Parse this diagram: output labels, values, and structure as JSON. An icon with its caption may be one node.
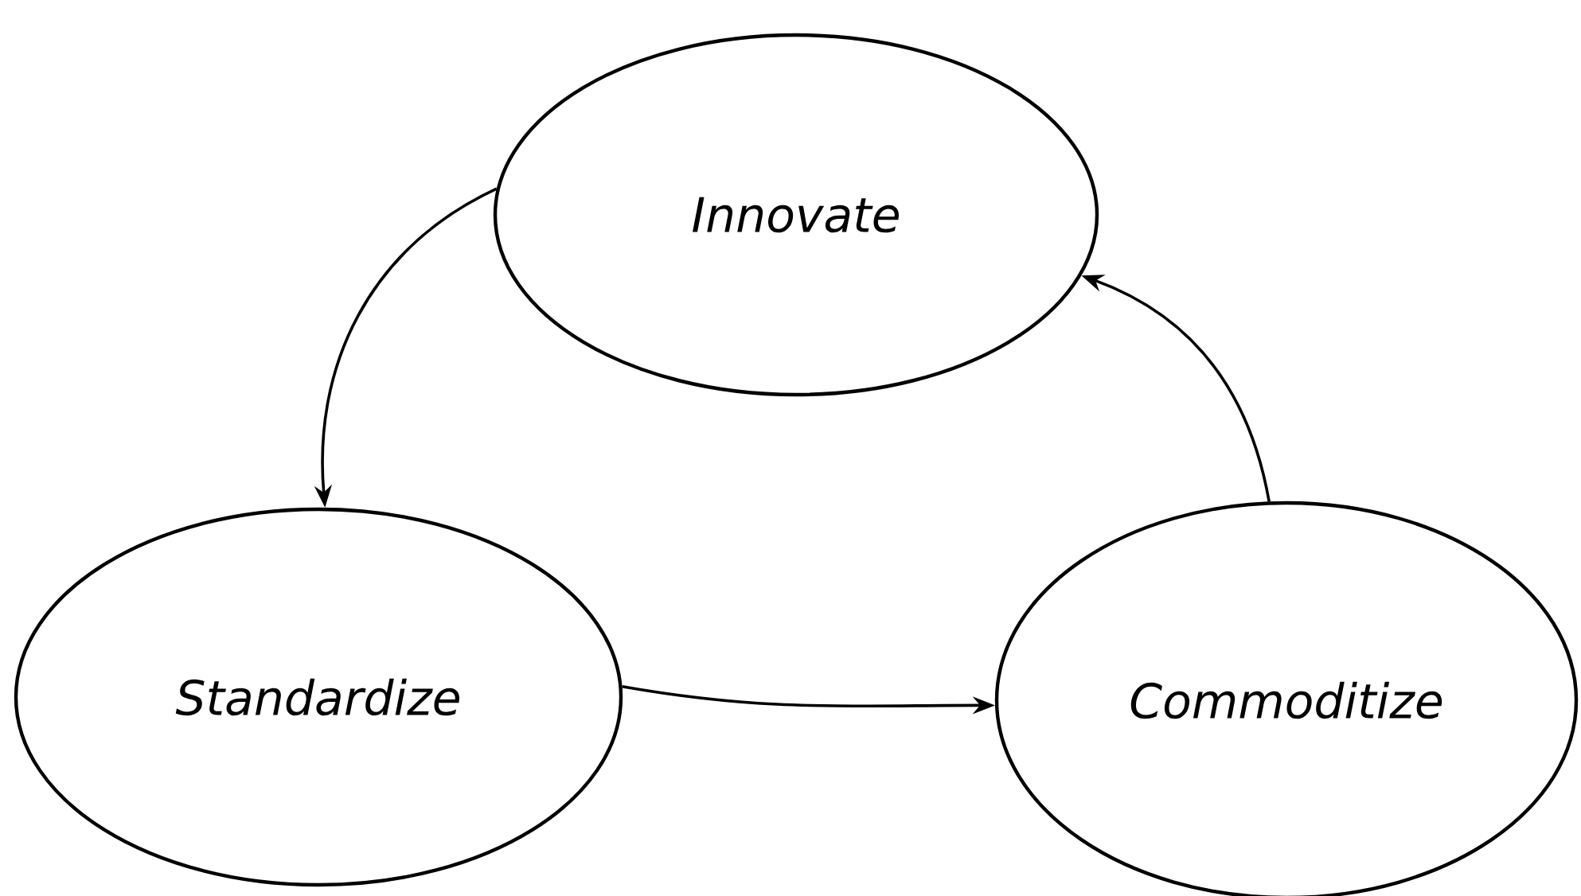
{
  "diagram": {
    "nodes": [
      {
        "text": [
          "Innovate"
        ]
      },
      {
        "text": [
          "Standardize"
        ]
      },
      {
        "text": [
          "Commoditize"
        ]
      }
    ],
    "edges": [
      {
        "from": 0,
        "to": 1,
        "arrow": "to"
      },
      {
        "from": 1,
        "to": 2,
        "arrow": "to"
      },
      {
        "from": 2,
        "to": 0,
        "arrow": "to"
      }
    ]
  }
}
